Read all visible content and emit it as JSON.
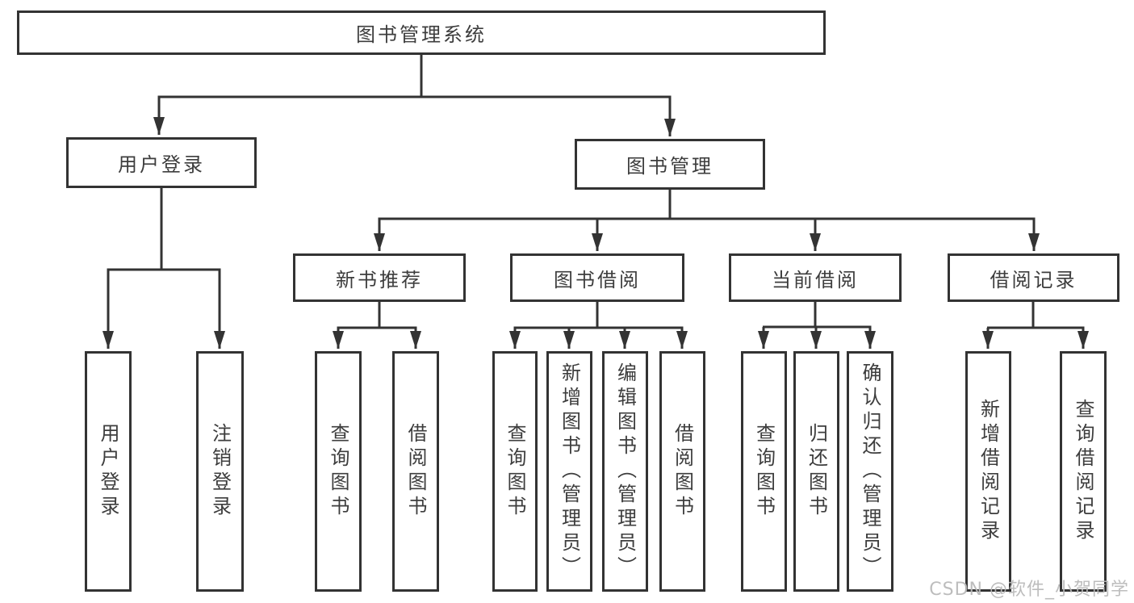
{
  "diagram_type": "hierarchy-tree",
  "watermark": "CSDN @软件_小贺同学",
  "colors": {
    "line": "#333333",
    "box_border": "#333333",
    "text": "#3d3d3d",
    "background": "#ffffff",
    "watermark": "#b9b9b9"
  },
  "tree": {
    "root": "图书管理系统",
    "branches": [
      {
        "label": "用户登录",
        "children": [
          {
            "label": "用户登录"
          },
          {
            "label": "注销登录"
          }
        ]
      },
      {
        "label": "图书管理",
        "children": [
          {
            "label": "新书推荐",
            "children": [
              {
                "label": "查询图书"
              },
              {
                "label": "借阅图书"
              }
            ]
          },
          {
            "label": "图书借阅",
            "children": [
              {
                "label": "查询图书"
              },
              {
                "label": "新增图书（管理员）"
              },
              {
                "label": "编辑图书（管理员）"
              },
              {
                "label": "借阅图书"
              }
            ]
          },
          {
            "label": "当前借阅",
            "children": [
              {
                "label": "查询图书"
              },
              {
                "label": "归还图书"
              },
              {
                "label": "确认归还（管理员）"
              }
            ]
          },
          {
            "label": "借阅记录",
            "children": [
              {
                "label": "新增借阅记录"
              },
              {
                "label": "查询借阅记录"
              }
            ]
          }
        ]
      }
    ]
  }
}
